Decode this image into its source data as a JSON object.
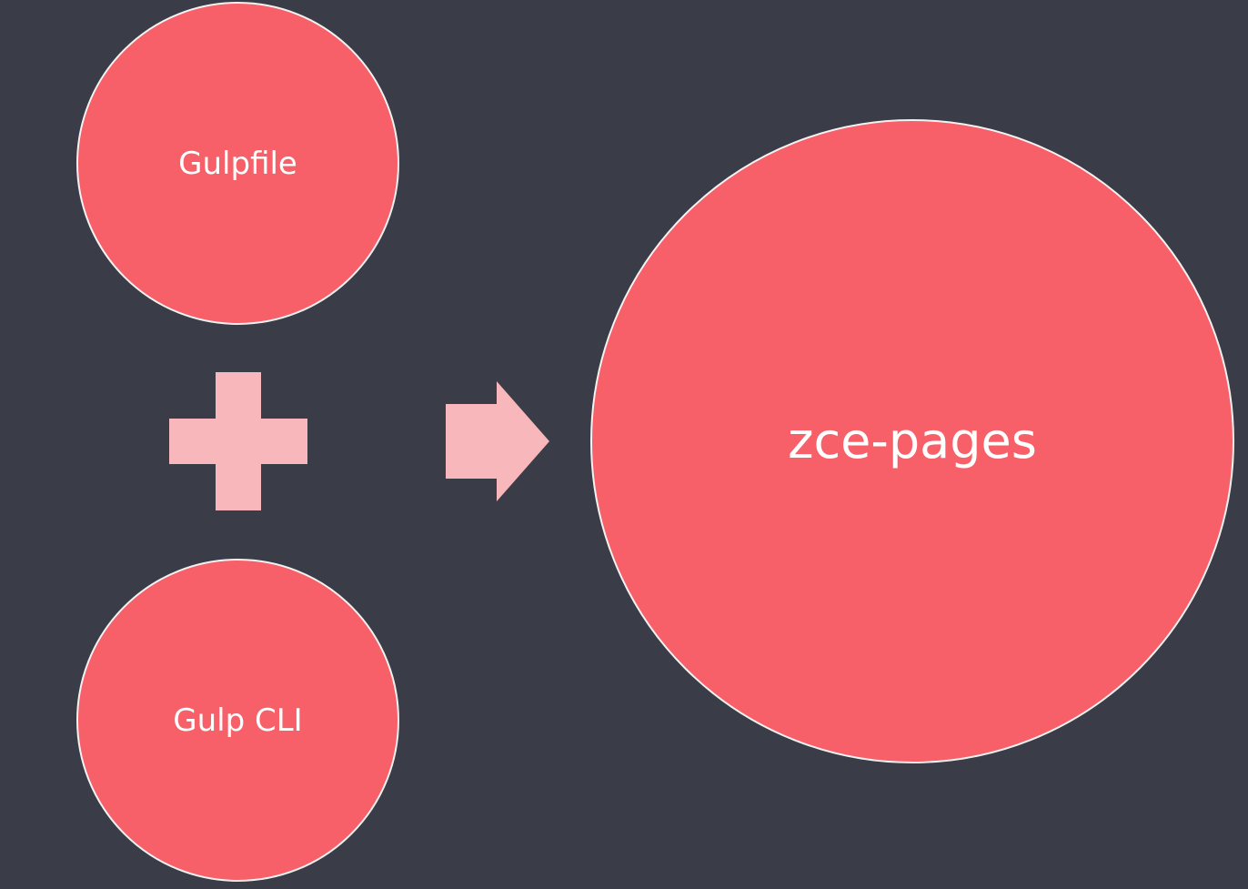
{
  "diagram": {
    "inputs": [
      {
        "label": "Gulpfile"
      },
      {
        "label": "Gulp CLI"
      }
    ],
    "output": {
      "label": "zce-pages"
    },
    "operator_icon": "plus-icon",
    "flow_icon": "arrow-right-icon"
  },
  "colors": {
    "background": "#3a3c48",
    "circle_fill": "#f76068",
    "circle_stroke": "#f2f2f2",
    "symbol_fill": "#f8b8bb",
    "text": "#ffffff"
  }
}
